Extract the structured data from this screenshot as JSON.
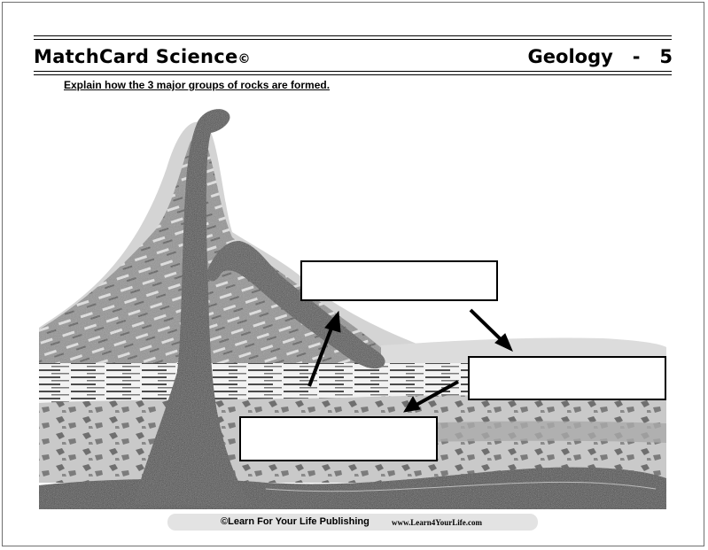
{
  "header": {
    "title": "MatchCard  Science",
    "copyright_symbol": "©",
    "subject": "Geology   -   5"
  },
  "instruction": "Explain how the 3 major groups of rocks are formed.",
  "diagram": {
    "answer_boxes": [
      {
        "id": "top",
        "value": ""
      },
      {
        "id": "right",
        "value": ""
      },
      {
        "id": "bottom-left",
        "value": ""
      }
    ],
    "colors": {
      "magma": "#3a3a3a",
      "volcano_light": "#a9a9a9",
      "volcano_dark": "#5a5a5a",
      "sediment_light": "#d2d2d2",
      "bedrock": "#2b2b2b"
    }
  },
  "footer": {
    "publisher": "©Learn For Your Life Publishing",
    "url": "www.Learn4YourLife.com"
  }
}
